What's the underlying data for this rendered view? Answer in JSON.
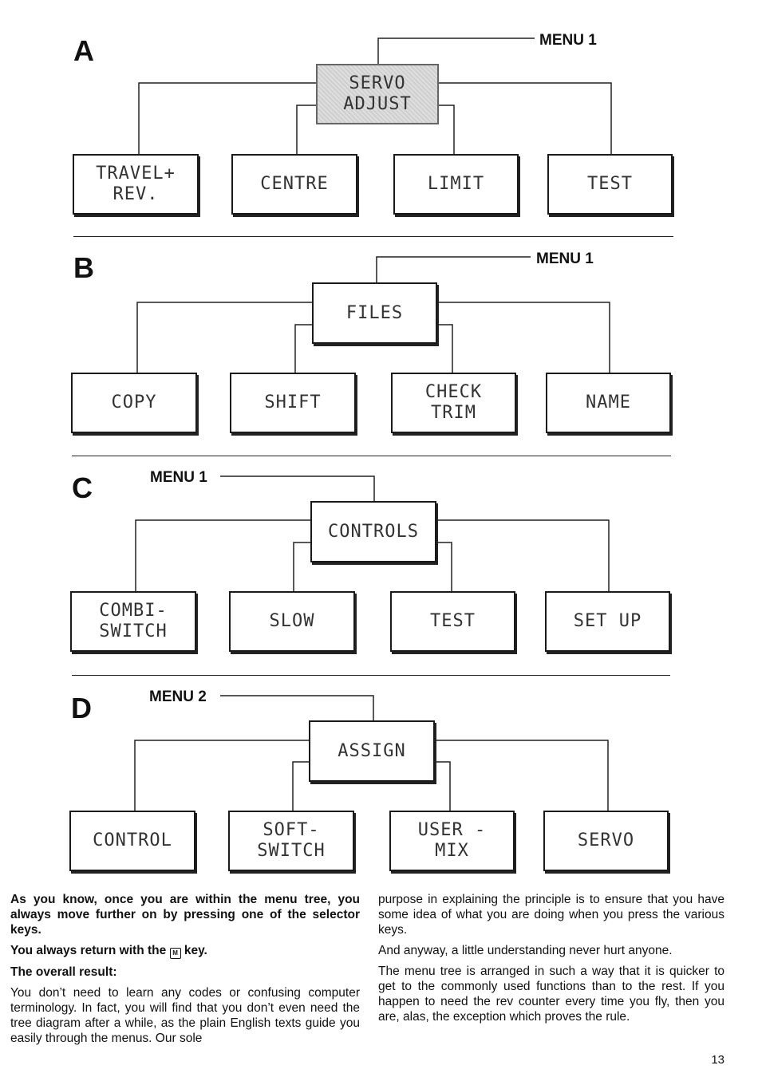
{
  "sections": {
    "a": {
      "letter": "A",
      "menu_label": "MENU 1",
      "root": "SERVO\nADJUST",
      "children": [
        "TRAVEL+\nREV.",
        "CENTRE",
        "LIMIT",
        "TEST"
      ]
    },
    "b": {
      "letter": "B",
      "menu_label": "MENU 1",
      "root": "FILES",
      "children": [
        "COPY",
        "SHIFT",
        "CHECK\nTRIM",
        "NAME"
      ]
    },
    "c": {
      "letter": "C",
      "menu_label": "MENU 1",
      "root": "CONTROLS",
      "children": [
        "COMBI-\nSWITCH",
        "SLOW",
        "TEST",
        "SET UP"
      ]
    },
    "d": {
      "letter": "D",
      "menu_label": "MENU 2",
      "root": "ASSIGN",
      "children": [
        "CONTROL",
        "SOFT-\nSWITCH",
        "USER -\nMIX",
        "SERVO"
      ]
    }
  },
  "text": {
    "p1": "As you know, once you are within the menu tree, you always move further on by pressing one of the selector keys.",
    "p2_before": "You always return with the",
    "p2_key": "M",
    "p2_after": "key.",
    "p3": "The overall result:",
    "p4": "You don’t need to learn any codes or confusing computer terminology. In fact, you will find that you don’t even need the tree diagram after a while, as the plain English texts guide you easily through the menus. Our sole",
    "p5": "purpose in explaining the principle is to ensure that you have some idea of what you are doing when you press the various keys.",
    "p6": "And anyway, a little understanding never hurt anyone.",
    "p7": "The menu tree is arranged in such a way that it is quicker to get to the commonly used functions than to the rest. If you happen to need the rev counter every time you fly, then you are, alas, the exception which proves the rule."
  },
  "page_number": "13"
}
